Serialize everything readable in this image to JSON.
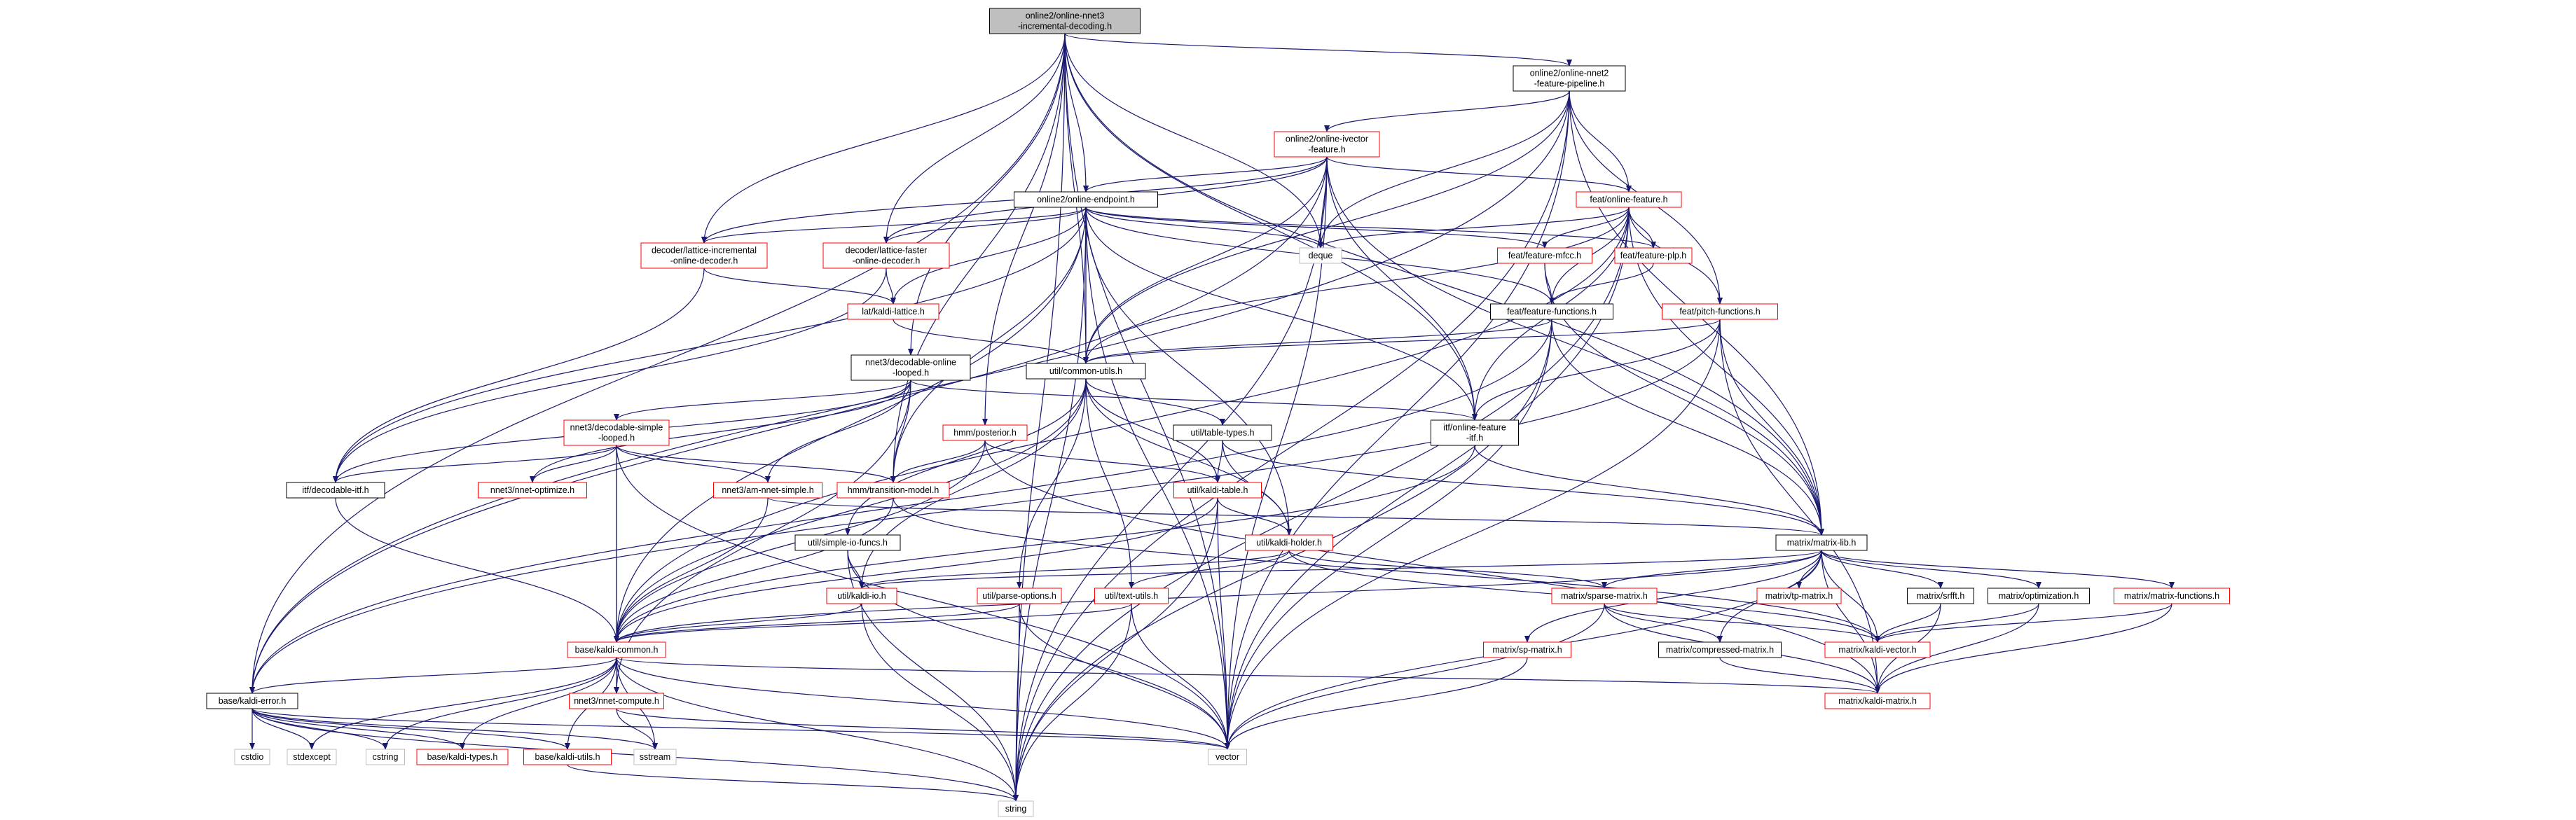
{
  "title": "online2/online-nnet3-incremental-decoding.h",
  "colors": {
    "edge": "#191970",
    "root_fill": "#bfbfbf",
    "node_fill": "#ffffff",
    "border_black": "#000000",
    "border_red": "#ff0000",
    "text": "#000000"
  },
  "nodes": [
    {
      "id": "root",
      "lines": [
        "online2/online-nnet3",
        "-incremental-decoding.h"
      ],
      "border": "black",
      "fill": "gray",
      "interactable": false
    },
    {
      "id": "pipeline",
      "lines": [
        "online2/online-nnet2",
        "-feature-pipeline.h"
      ],
      "border": "black"
    },
    {
      "id": "ivector",
      "lines": [
        "online2/online-ivector",
        "-feature.h"
      ],
      "border": "red"
    },
    {
      "id": "endpoint",
      "lines": [
        "online2/online-endpoint.h"
      ],
      "border": "black"
    },
    {
      "id": "onlinefeat",
      "lines": [
        "feat/online-feature.h"
      ],
      "border": "red"
    },
    {
      "id": "deque",
      "lines": [
        "deque"
      ],
      "border": "gray"
    },
    {
      "id": "latinc",
      "lines": [
        "decoder/lattice-incremental",
        "-online-decoder.h"
      ],
      "border": "red"
    },
    {
      "id": "latfast",
      "lines": [
        "decoder/lattice-faster",
        "-online-decoder.h"
      ],
      "border": "red"
    },
    {
      "id": "mfcc",
      "lines": [
        "feat/feature-mfcc.h"
      ],
      "border": "red"
    },
    {
      "id": "plp",
      "lines": [
        "feat/feature-plp.h"
      ],
      "border": "red"
    },
    {
      "id": "kaldilat",
      "lines": [
        "lat/kaldi-lattice.h"
      ],
      "border": "red"
    },
    {
      "id": "featfunc",
      "lines": [
        "feat/feature-functions.h"
      ],
      "border": "black"
    },
    {
      "id": "pitch",
      "lines": [
        "feat/pitch-functions.h"
      ],
      "border": "red"
    },
    {
      "id": "decloop",
      "lines": [
        "nnet3/decodable-online",
        "-looped.h"
      ],
      "border": "black"
    },
    {
      "id": "common",
      "lines": [
        "util/common-utils.h"
      ],
      "border": "black"
    },
    {
      "id": "nnetsimple",
      "lines": [
        "nnet3/decodable-simple",
        "-looped.h"
      ],
      "border": "red"
    },
    {
      "id": "itfonline",
      "lines": [
        "itf/online-feature",
        "-itf.h"
      ],
      "border": "black"
    },
    {
      "id": "posterior",
      "lines": [
        "hmm/posterior.h"
      ],
      "border": "red"
    },
    {
      "id": "tabletypes",
      "lines": [
        "util/table-types.h"
      ],
      "border": "black"
    },
    {
      "id": "decitf",
      "lines": [
        "itf/decodable-itf.h"
      ],
      "border": "black"
    },
    {
      "id": "optimize",
      "lines": [
        "nnet3/nnet-optimize.h"
      ],
      "border": "red"
    },
    {
      "id": "amnnet",
      "lines": [
        "nnet3/am-nnet-simple.h"
      ],
      "border": "red"
    },
    {
      "id": "transition",
      "lines": [
        "hmm/transition-model.h"
      ],
      "border": "red"
    },
    {
      "id": "kalditable",
      "lines": [
        "util/kaldi-table.h"
      ],
      "border": "red"
    },
    {
      "id": "mlib",
      "lines": [
        "matrix/matrix-lib.h"
      ],
      "border": "black"
    },
    {
      "id": "simpleio",
      "lines": [
        "util/simple-io-funcs.h"
      ],
      "border": "black"
    },
    {
      "id": "holder",
      "lines": [
        "util/kaldi-holder.h"
      ],
      "border": "red"
    },
    {
      "id": "kaldiio",
      "lines": [
        "util/kaldi-io.h"
      ],
      "border": "red"
    },
    {
      "id": "parseopt",
      "lines": [
        "util/parse-options.h"
      ],
      "border": "red"
    },
    {
      "id": "texutils",
      "lines": [
        "util/text-utils.h"
      ],
      "border": "red"
    },
    {
      "id": "tpmatrix",
      "lines": [
        "matrix/tp-matrix.h"
      ],
      "border": "red"
    },
    {
      "id": "srfft",
      "lines": [
        "matrix/srfft.h"
      ],
      "border": "black"
    },
    {
      "id": "moptim",
      "lines": [
        "matrix/optimization.h"
      ],
      "border": "black"
    },
    {
      "id": "mfunc",
      "lines": [
        "matrix/matrix-functions.h"
      ],
      "border": "red"
    },
    {
      "id": "sparse",
      "lines": [
        "matrix/sparse-matrix.h"
      ],
      "border": "red"
    },
    {
      "id": "kcommon",
      "lines": [
        "base/kaldi-common.h"
      ],
      "border": "red"
    },
    {
      "id": "spmatrix",
      "lines": [
        "matrix/sp-matrix.h"
      ],
      "border": "red"
    },
    {
      "id": "compressed",
      "lines": [
        "matrix/compressed-matrix.h"
      ],
      "border": "black"
    },
    {
      "id": "kvector",
      "lines": [
        "matrix/kaldi-vector.h"
      ],
      "border": "red"
    },
    {
      "id": "kerror",
      "lines": [
        "base/kaldi-error.h"
      ],
      "border": "black"
    },
    {
      "id": "ncompute",
      "lines": [
        "nnet3/nnet-compute.h"
      ],
      "border": "red"
    },
    {
      "id": "kmatrix",
      "lines": [
        "matrix/kaldi-matrix.h"
      ],
      "border": "red"
    },
    {
      "id": "cstdio",
      "lines": [
        "cstdio"
      ],
      "border": "gray"
    },
    {
      "id": "stdexcept",
      "lines": [
        "stdexcept"
      ],
      "border": "gray"
    },
    {
      "id": "cstring",
      "lines": [
        "cstring"
      ],
      "border": "gray"
    },
    {
      "id": "ktypes",
      "lines": [
        "base/kaldi-types.h"
      ],
      "border": "red"
    },
    {
      "id": "kutils",
      "lines": [
        "base/kaldi-utils.h"
      ],
      "border": "red"
    },
    {
      "id": "sstream",
      "lines": [
        "sstream"
      ],
      "border": "gray"
    },
    {
      "id": "vector",
      "lines": [
        "vector"
      ],
      "border": "gray"
    },
    {
      "id": "string",
      "lines": [
        "string"
      ],
      "border": "gray"
    }
  ],
  "edges": [
    [
      "root",
      "pipeline"
    ],
    [
      "root",
      "endpoint"
    ],
    [
      "root",
      "deque"
    ],
    [
      "root",
      "latinc"
    ],
    [
      "root",
      "latfast"
    ],
    [
      "root",
      "decloop"
    ],
    [
      "root",
      "common"
    ],
    [
      "root",
      "itfonline"
    ],
    [
      "root",
      "transition"
    ],
    [
      "root",
      "posterior"
    ],
    [
      "root",
      "kerror"
    ],
    [
      "root",
      "mlib"
    ],
    [
      "root",
      "vector"
    ],
    [
      "root",
      "string"
    ],
    [
      "pipeline",
      "ivector"
    ],
    [
      "pipeline",
      "onlinefeat"
    ],
    [
      "pipeline",
      "pitch"
    ],
    [
      "pipeline",
      "deque"
    ],
    [
      "pipeline",
      "common"
    ],
    [
      "pipeline",
      "mlib"
    ],
    [
      "pipeline",
      "kerror"
    ],
    [
      "pipeline",
      "string"
    ],
    [
      "pipeline",
      "vector"
    ],
    [
      "ivector",
      "endpoint"
    ],
    [
      "ivector",
      "onlinefeat"
    ],
    [
      "ivector",
      "latinc"
    ],
    [
      "ivector",
      "latfast"
    ],
    [
      "ivector",
      "deque"
    ],
    [
      "ivector",
      "common"
    ],
    [
      "ivector",
      "itfonline"
    ],
    [
      "ivector",
      "mlib"
    ],
    [
      "ivector",
      "kerror"
    ],
    [
      "ivector",
      "vector"
    ],
    [
      "ivector",
      "string"
    ],
    [
      "endpoint",
      "latinc"
    ],
    [
      "endpoint",
      "latfast"
    ],
    [
      "endpoint",
      "kaldilat"
    ],
    [
      "endpoint",
      "mfcc"
    ],
    [
      "endpoint",
      "plp"
    ],
    [
      "endpoint",
      "featfunc"
    ],
    [
      "endpoint",
      "deque"
    ],
    [
      "endpoint",
      "common"
    ],
    [
      "endpoint",
      "itfonline"
    ],
    [
      "endpoint",
      "transition"
    ],
    [
      "endpoint",
      "holder"
    ],
    [
      "endpoint",
      "decitf"
    ],
    [
      "endpoint",
      "kcommon"
    ],
    [
      "endpoint",
      "vector"
    ],
    [
      "endpoint",
      "string"
    ],
    [
      "onlinefeat",
      "mfcc"
    ],
    [
      "onlinefeat",
      "plp"
    ],
    [
      "onlinefeat",
      "featfunc"
    ],
    [
      "onlinefeat",
      "pitch"
    ],
    [
      "onlinefeat",
      "deque"
    ],
    [
      "onlinefeat",
      "common"
    ],
    [
      "onlinefeat",
      "itfonline"
    ],
    [
      "onlinefeat",
      "mlib"
    ],
    [
      "onlinefeat",
      "kcommon"
    ],
    [
      "onlinefeat",
      "vector"
    ],
    [
      "onlinefeat",
      "string"
    ],
    [
      "latinc",
      "kaldilat"
    ],
    [
      "latinc",
      "decitf"
    ],
    [
      "latfast",
      "kaldilat"
    ],
    [
      "latfast",
      "decitf"
    ],
    [
      "mfcc",
      "featfunc"
    ],
    [
      "mfcc",
      "mlib"
    ],
    [
      "plp",
      "featfunc"
    ],
    [
      "kaldilat",
      "common"
    ],
    [
      "featfunc",
      "common"
    ],
    [
      "featfunc",
      "mlib"
    ],
    [
      "featfunc",
      "kerror"
    ],
    [
      "featfunc",
      "vector"
    ],
    [
      "featfunc",
      "string"
    ],
    [
      "pitch",
      "common"
    ],
    [
      "pitch",
      "itfonline"
    ],
    [
      "pitch",
      "mlib"
    ],
    [
      "pitch",
      "kerror"
    ],
    [
      "pitch",
      "vector"
    ],
    [
      "pitch",
      "kmatrix"
    ],
    [
      "decloop",
      "nnetsimple"
    ],
    [
      "decloop",
      "itfonline"
    ],
    [
      "decloop",
      "decitf"
    ],
    [
      "decloop",
      "optimize"
    ],
    [
      "decloop",
      "amnnet"
    ],
    [
      "decloop",
      "transition"
    ],
    [
      "decloop",
      "ncompute"
    ],
    [
      "common",
      "tabletypes"
    ],
    [
      "common",
      "kalditable"
    ],
    [
      "common",
      "holder"
    ],
    [
      "common",
      "simpleio"
    ],
    [
      "common",
      "kaldiio"
    ],
    [
      "common",
      "parseopt"
    ],
    [
      "common",
      "texutils"
    ],
    [
      "common",
      "kcommon"
    ],
    [
      "nnetsimple",
      "decitf"
    ],
    [
      "nnetsimple",
      "optimize"
    ],
    [
      "nnetsimple",
      "amnnet"
    ],
    [
      "nnetsimple",
      "transition"
    ],
    [
      "nnetsimple",
      "ncompute"
    ],
    [
      "nnetsimple",
      "kcommon"
    ],
    [
      "nnetsimple",
      "vector"
    ],
    [
      "itfonline",
      "mlib"
    ],
    [
      "itfonline",
      "kcommon"
    ],
    [
      "posterior",
      "transition"
    ],
    [
      "posterior",
      "kalditable"
    ],
    [
      "posterior",
      "kcommon"
    ],
    [
      "posterior",
      "kmatrix"
    ],
    [
      "tabletypes",
      "kalditable"
    ],
    [
      "tabletypes",
      "holder"
    ],
    [
      "tabletypes",
      "mlib"
    ],
    [
      "decitf",
      "kcommon"
    ],
    [
      "amnnet",
      "kcommon"
    ],
    [
      "amnnet",
      "mlib"
    ],
    [
      "transition",
      "kcommon"
    ],
    [
      "transition",
      "kvector"
    ],
    [
      "kalditable",
      "holder"
    ],
    [
      "kalditable",
      "kcommon"
    ],
    [
      "kalditable",
      "vector"
    ],
    [
      "kalditable",
      "string"
    ],
    [
      "mlib",
      "tpmatrix"
    ],
    [
      "mlib",
      "srfft"
    ],
    [
      "mlib",
      "moptim"
    ],
    [
      "mlib",
      "mfunc"
    ],
    [
      "mlib",
      "sparse"
    ],
    [
      "mlib",
      "spmatrix"
    ],
    [
      "mlib",
      "compressed"
    ],
    [
      "mlib",
      "kvector"
    ],
    [
      "mlib",
      "kmatrix"
    ],
    [
      "mlib",
      "kaldiio"
    ],
    [
      "mlib",
      "kcommon"
    ],
    [
      "mlib",
      "vector"
    ],
    [
      "simpleio",
      "kaldiio"
    ],
    [
      "simpleio",
      "vector"
    ],
    [
      "simpleio",
      "string"
    ],
    [
      "holder",
      "kaldiio"
    ],
    [
      "holder",
      "texutils"
    ],
    [
      "holder",
      "kvector"
    ],
    [
      "holder",
      "sparse"
    ],
    [
      "kaldiio",
      "kcommon"
    ],
    [
      "kaldiio",
      "string"
    ],
    [
      "parseopt",
      "kcommon"
    ],
    [
      "parseopt",
      "vector"
    ],
    [
      "parseopt",
      "string"
    ],
    [
      "texutils",
      "kcommon"
    ],
    [
      "texutils",
      "vector"
    ],
    [
      "texutils",
      "string"
    ],
    [
      "srfft",
      "kvector"
    ],
    [
      "srfft",
      "kmatrix"
    ],
    [
      "moptim",
      "kvector"
    ],
    [
      "moptim",
      "kmatrix"
    ],
    [
      "mfunc",
      "kvector"
    ],
    [
      "mfunc",
      "kmatrix"
    ],
    [
      "sparse",
      "compressed"
    ],
    [
      "sparse",
      "kvector"
    ],
    [
      "sparse",
      "kmatrix"
    ],
    [
      "sparse",
      "vector"
    ],
    [
      "kcommon",
      "kerror"
    ],
    [
      "kcommon",
      "cstring"
    ],
    [
      "kcommon",
      "stdexcept"
    ],
    [
      "kcommon",
      "ktypes"
    ],
    [
      "kcommon",
      "kutils"
    ],
    [
      "kcommon",
      "sstream"
    ],
    [
      "kcommon",
      "vector"
    ],
    [
      "kcommon",
      "string"
    ],
    [
      "kcommon",
      "kmatrix"
    ],
    [
      "spmatrix",
      "vector"
    ],
    [
      "compressed",
      "kmatrix"
    ],
    [
      "kerror",
      "cstdio"
    ],
    [
      "kerror",
      "stdexcept"
    ],
    [
      "kerror",
      "cstring"
    ],
    [
      "kerror",
      "ktypes"
    ],
    [
      "kerror",
      "kutils"
    ],
    [
      "kerror",
      "sstream"
    ],
    [
      "kerror",
      "vector"
    ],
    [
      "kerror",
      "string"
    ],
    [
      "ncompute",
      "sstream"
    ],
    [
      "ncompute",
      "vector"
    ],
    [
      "kutils",
      "string"
    ]
  ]
}
